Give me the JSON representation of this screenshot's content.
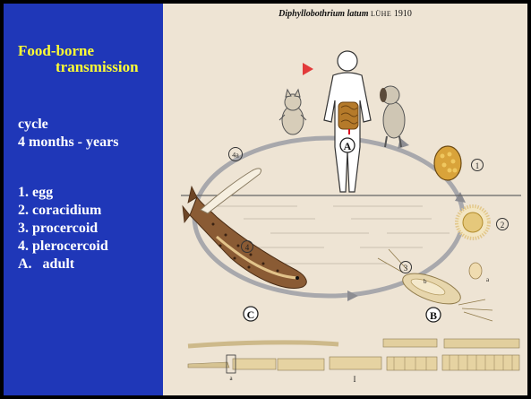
{
  "slide": {
    "heading_line1": "Food-borne",
    "heading_line2": "transmission",
    "cycle_label": "cycle",
    "duration": "4 months - years",
    "stages": [
      "1. egg",
      "2. coracidium",
      "3. procercoid",
      "4. plerocercoid",
      "A.   adult"
    ]
  },
  "figure": {
    "species": "Diphyllobothrium latum",
    "author": "LÜHE",
    "year": "1910",
    "labels": {
      "host_A": "A",
      "stage_B": "B",
      "fish_C": "C",
      "egg_num": "1",
      "coracidium_num": "2",
      "procercoid_num": "3",
      "plerocercoid_num": "4",
      "plerocercoid_4a": "4a",
      "small_a": "a",
      "small_b": "b",
      "strip_a": "a",
      "strip_I": "I"
    }
  },
  "colors": {
    "left_bg": "#1f37b8",
    "heading": "#ffff33",
    "text": "#ffffff",
    "figure_bg": "#eee4d4"
  }
}
